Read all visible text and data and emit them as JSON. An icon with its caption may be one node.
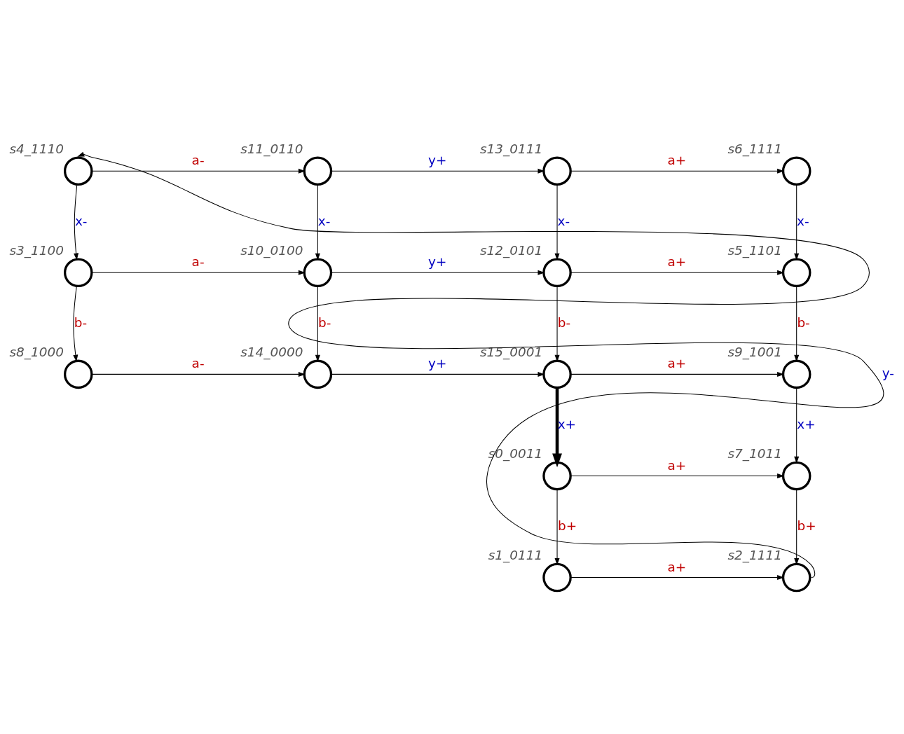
{
  "diagram": {
    "nodes": [
      {
        "text": [],
        "shape": "circle",
        "beside": [
          "s4_1110"
        ]
      },
      {
        "text": [],
        "shape": "circle",
        "beside": [
          "s11_0110"
        ]
      },
      {
        "text": [],
        "shape": "circle",
        "beside": [
          "s13_0111"
        ]
      },
      {
        "text": [],
        "shape": "circle",
        "beside": [
          "s6_1111"
        ]
      },
      {
        "text": [],
        "shape": "circle",
        "beside": [
          "s3_1100"
        ]
      },
      {
        "text": [],
        "shape": "circle",
        "beside": [
          "s10_0100"
        ]
      },
      {
        "text": [],
        "shape": "circle",
        "beside": [
          "s12_0101"
        ]
      },
      {
        "text": [],
        "shape": "circle",
        "beside": [
          "s5_1101"
        ]
      },
      {
        "text": [],
        "shape": "circle",
        "beside": [
          "s8_1000"
        ]
      },
      {
        "text": [],
        "shape": "circle",
        "beside": [
          "s14_0000"
        ]
      },
      {
        "text": [],
        "shape": "circle",
        "beside": [
          "s15_0001"
        ]
      },
      {
        "text": [],
        "shape": "circle",
        "beside": [
          "s9_1001"
        ]
      },
      {
        "text": [],
        "shape": "circle",
        "beside": [
          "s0_0011"
        ]
      },
      {
        "text": [],
        "shape": "circle",
        "beside": [
          "s7_1011"
        ]
      },
      {
        "text": [],
        "shape": "circle",
        "beside": [
          "s1_0111"
        ]
      },
      {
        "text": [],
        "shape": "circle",
        "beside": [
          "s2_1111"
        ]
      }
    ],
    "edges": [
      {
        "from": 0,
        "to": 1,
        "arrow": "to",
        "label": "a-"
      },
      {
        "from": 1,
        "to": 2,
        "arrow": "to",
        "label": "y+"
      },
      {
        "from": 2,
        "to": 3,
        "arrow": "to",
        "label": "a+"
      },
      {
        "from": 0,
        "to": 4,
        "arrow": "to",
        "label": "x-"
      },
      {
        "from": 1,
        "to": 5,
        "arrow": "to",
        "label": "x-"
      },
      {
        "from": 2,
        "to": 6,
        "arrow": "to",
        "label": "x-"
      },
      {
        "from": 3,
        "to": 7,
        "arrow": "to",
        "label": "x-"
      },
      {
        "from": 4,
        "to": 5,
        "arrow": "to",
        "label": "a-"
      },
      {
        "from": 5,
        "to": 6,
        "arrow": "to",
        "label": "y+"
      },
      {
        "from": 6,
        "to": 7,
        "arrow": "to",
        "label": "a+"
      },
      {
        "from": 4,
        "to": 8,
        "arrow": "to",
        "label": "b-"
      },
      {
        "from": 5,
        "to": 9,
        "arrow": "to",
        "label": "b-"
      },
      {
        "from": 6,
        "to": 10,
        "arrow": "to",
        "label": "b-"
      },
      {
        "from": 7,
        "to": 11,
        "arrow": "to",
        "label": "b-"
      },
      {
        "from": 8,
        "to": 9,
        "arrow": "to",
        "label": "a-"
      },
      {
        "from": 9,
        "to": 10,
        "arrow": "to",
        "label": "y+"
      },
      {
        "from": 10,
        "to": 11,
        "arrow": "to",
        "label": "a+"
      },
      {
        "from": 10,
        "to": 12,
        "arrow": "to",
        "label": "x+",
        "style": "thick"
      },
      {
        "from": 11,
        "to": 13,
        "arrow": "to",
        "label": "x+"
      },
      {
        "from": 12,
        "to": 13,
        "arrow": "to",
        "label": "a+"
      },
      {
        "from": 12,
        "to": 14,
        "arrow": "to",
        "label": "b+"
      },
      {
        "from": 13,
        "to": 15,
        "arrow": "to",
        "label": "b+"
      },
      {
        "from": 14,
        "to": 15,
        "arrow": "to",
        "label": "a+"
      },
      {
        "from": 15,
        "to": 0,
        "arrow": "to",
        "label": "y-"
      }
    ]
  }
}
